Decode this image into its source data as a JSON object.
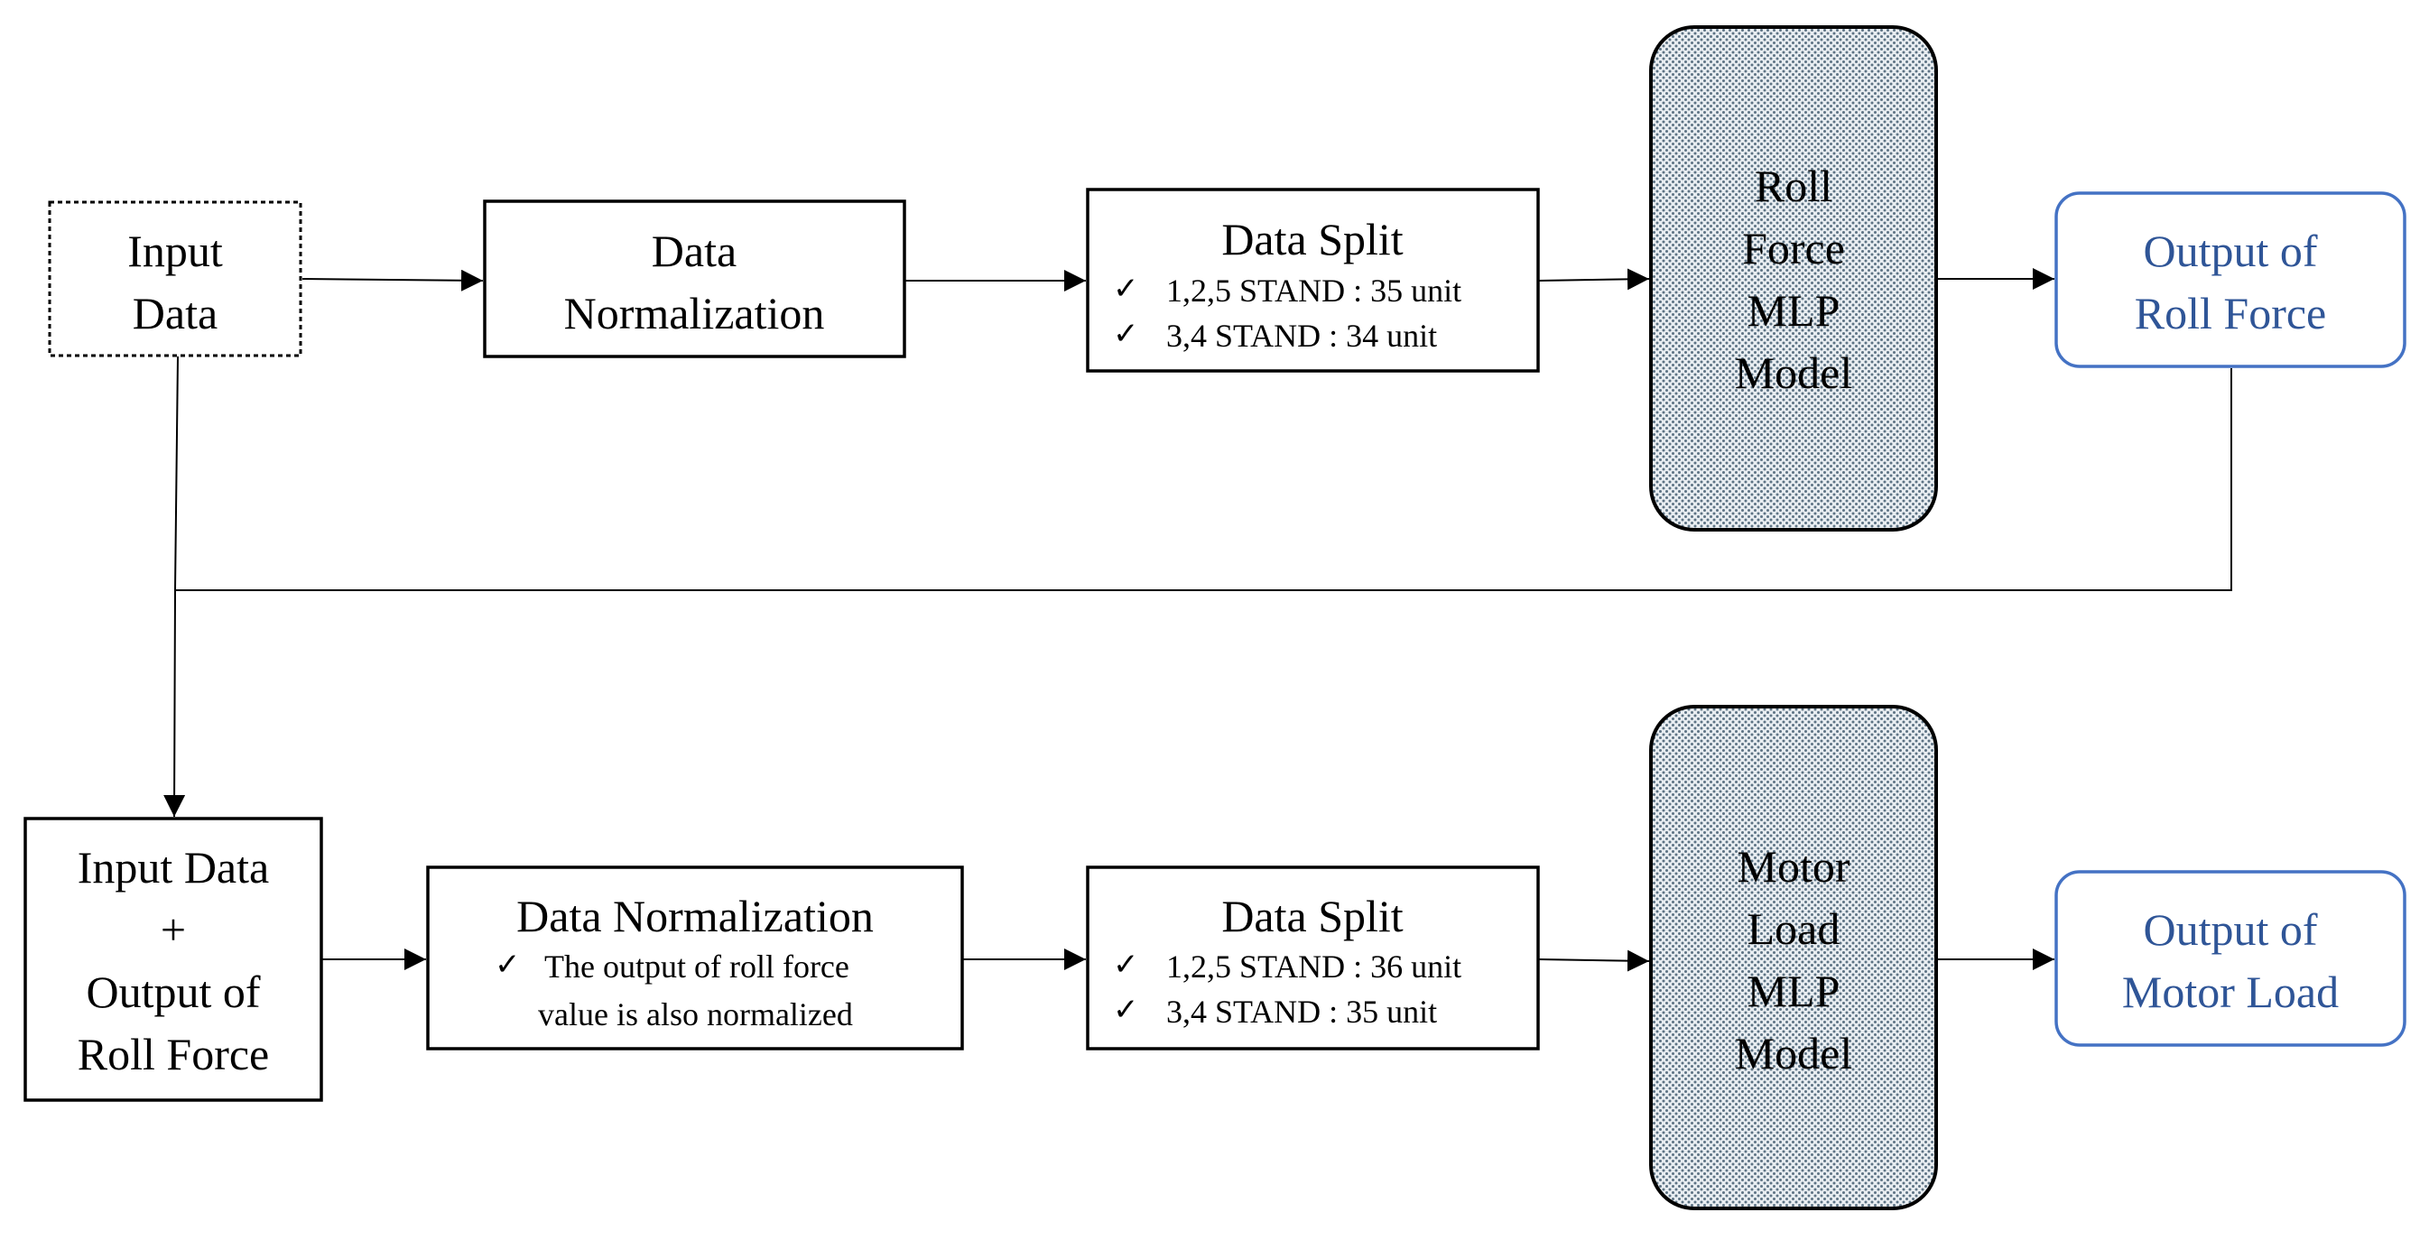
{
  "top_row": {
    "input": {
      "line1": "Input",
      "line2": "Data"
    },
    "normalization": {
      "line1": "Data",
      "line2": "Normalization"
    },
    "split": {
      "title": "Data Split",
      "items": [
        "1,2,5 STAND : 35 unit",
        "3,4 STAND : 34 unit"
      ]
    },
    "model": {
      "lines": [
        "Roll",
        "Force",
        "MLP",
        "Model"
      ]
    },
    "output": {
      "line1": "Output of",
      "line2": "Roll Force"
    }
  },
  "bottom_row": {
    "input": {
      "lines": [
        "Input Data",
        "+",
        "Output of",
        "Roll Force"
      ]
    },
    "normalization": {
      "title": "Data Normalization",
      "note_line1": "The output of roll force",
      "note_line2": "value is also normalized"
    },
    "split": {
      "title": "Data Split",
      "items": [
        "1,2,5 STAND : 36 unit",
        "3,4 STAND : 35 unit"
      ]
    },
    "model": {
      "lines": [
        "Motor",
        "Load",
        "MLP",
        "Model"
      ]
    },
    "output": {
      "line1": "Output of",
      "line2": "Motor Load"
    }
  },
  "check_glyph": "✓",
  "colors": {
    "output_text": "#2f5597",
    "output_border": "#4472c4",
    "model_fill": "#aebfcc"
  }
}
